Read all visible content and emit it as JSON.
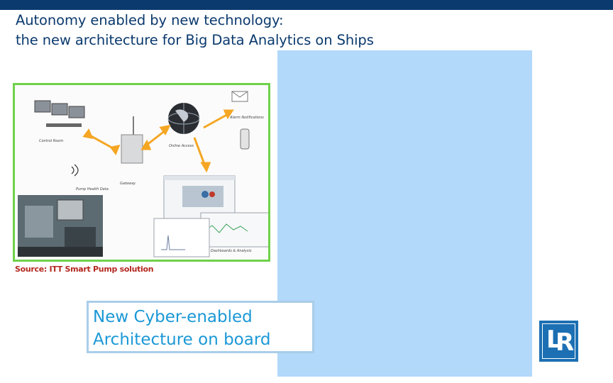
{
  "slide": {
    "title_line1": "Autonomy enabled by new technology:",
    "title_line2": "the new architecture for Big Data Analytics on Ships",
    "source": "Source: ITT Smart Pump solution",
    "callout_line1": "New Cyber-enabled",
    "callout_line2": "Architecture on board"
  },
  "diagram": {
    "labels": {
      "control_room": "Control Room",
      "gateway": "Gateway",
      "online_access": "Online Access",
      "alarm_notifications": "Alarm Notifications",
      "pump_health_data": "Pump Health Data",
      "dashboards_analysis": "Dashboards & Analysis"
    }
  },
  "logo": {
    "text": "LR"
  },
  "colors": {
    "brand_navy": "#0b3a6e",
    "panel_blue": "#b2d8fa",
    "callout_text": "#1b98d6",
    "frame_green": "#6fd14a",
    "source_red": "#b3281e",
    "arrow_orange": "#f5a623"
  }
}
